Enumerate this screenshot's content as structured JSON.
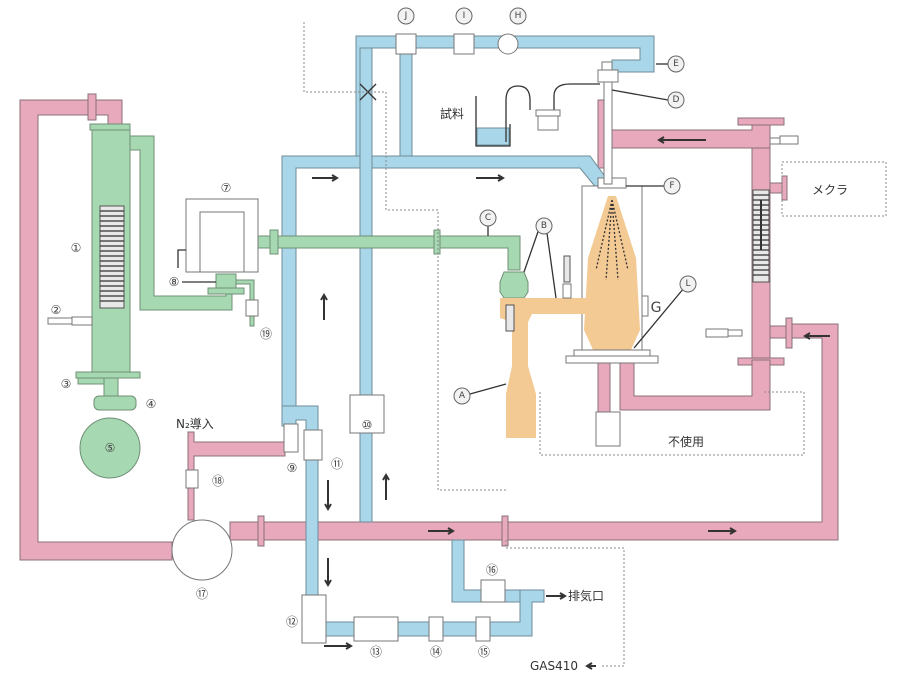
{
  "diagram": {
    "text_labels": {
      "sample": "試料",
      "mecra": "メクラ",
      "n2_inlet": "N₂導入",
      "unused": "不使用",
      "exhaust": "排気口",
      "gas410": "GAS410"
    },
    "letter_markers": [
      "A",
      "B",
      "C",
      "D",
      "E",
      "F",
      "G",
      "H",
      "I",
      "J",
      "L"
    ],
    "number_markers": [
      "①",
      "②",
      "③",
      "④",
      "⑤",
      "⑦",
      "⑧",
      "⑨",
      "⑩",
      "⑪",
      "⑫",
      "⑬",
      "⑭",
      "⑮",
      "⑯",
      "⑰",
      "⑱",
      "⑲"
    ],
    "circuits": {
      "pink": "#e8a9bc",
      "blue": "#a9d6e8",
      "green": "#a6d9b2",
      "orange": "#f3c994"
    },
    "valve_mark": "✕"
  }
}
